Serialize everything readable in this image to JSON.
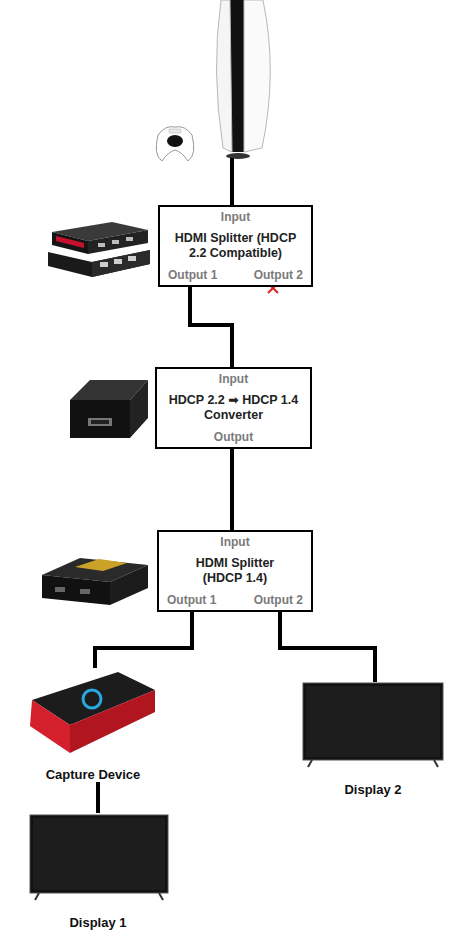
{
  "diagram": {
    "nodes": [
      {
        "text": [
          "Input",
          "HDMI Splitter (HDCP 2.2 Compatible)",
          "Output 1",
          "Output 2"
        ]
      },
      {
        "text": [
          "Input",
          "HDCP 2.2 ➡ HDCP 1.4 Converter",
          "Output"
        ]
      },
      {
        "text": [
          "Input",
          "HDMI Splitter (HDCP 1.4)",
          "Output 1",
          "Output 2"
        ]
      },
      {
        "text": [
          "Capture Device"
        ]
      },
      {
        "text": [
          "Display 2"
        ]
      },
      {
        "text": [
          "Display 1"
        ]
      }
    ],
    "edges": [
      {
        "from": 0,
        "to": 1,
        "arrow": "none"
      },
      {
        "from": 1,
        "to": 2,
        "arrow": "none"
      },
      {
        "from": 2,
        "to": 3,
        "arrow": "none"
      },
      {
        "from": 2,
        "to": 4,
        "arrow": "none"
      },
      {
        "from": 3,
        "to": 5,
        "arrow": "none"
      }
    ]
  }
}
